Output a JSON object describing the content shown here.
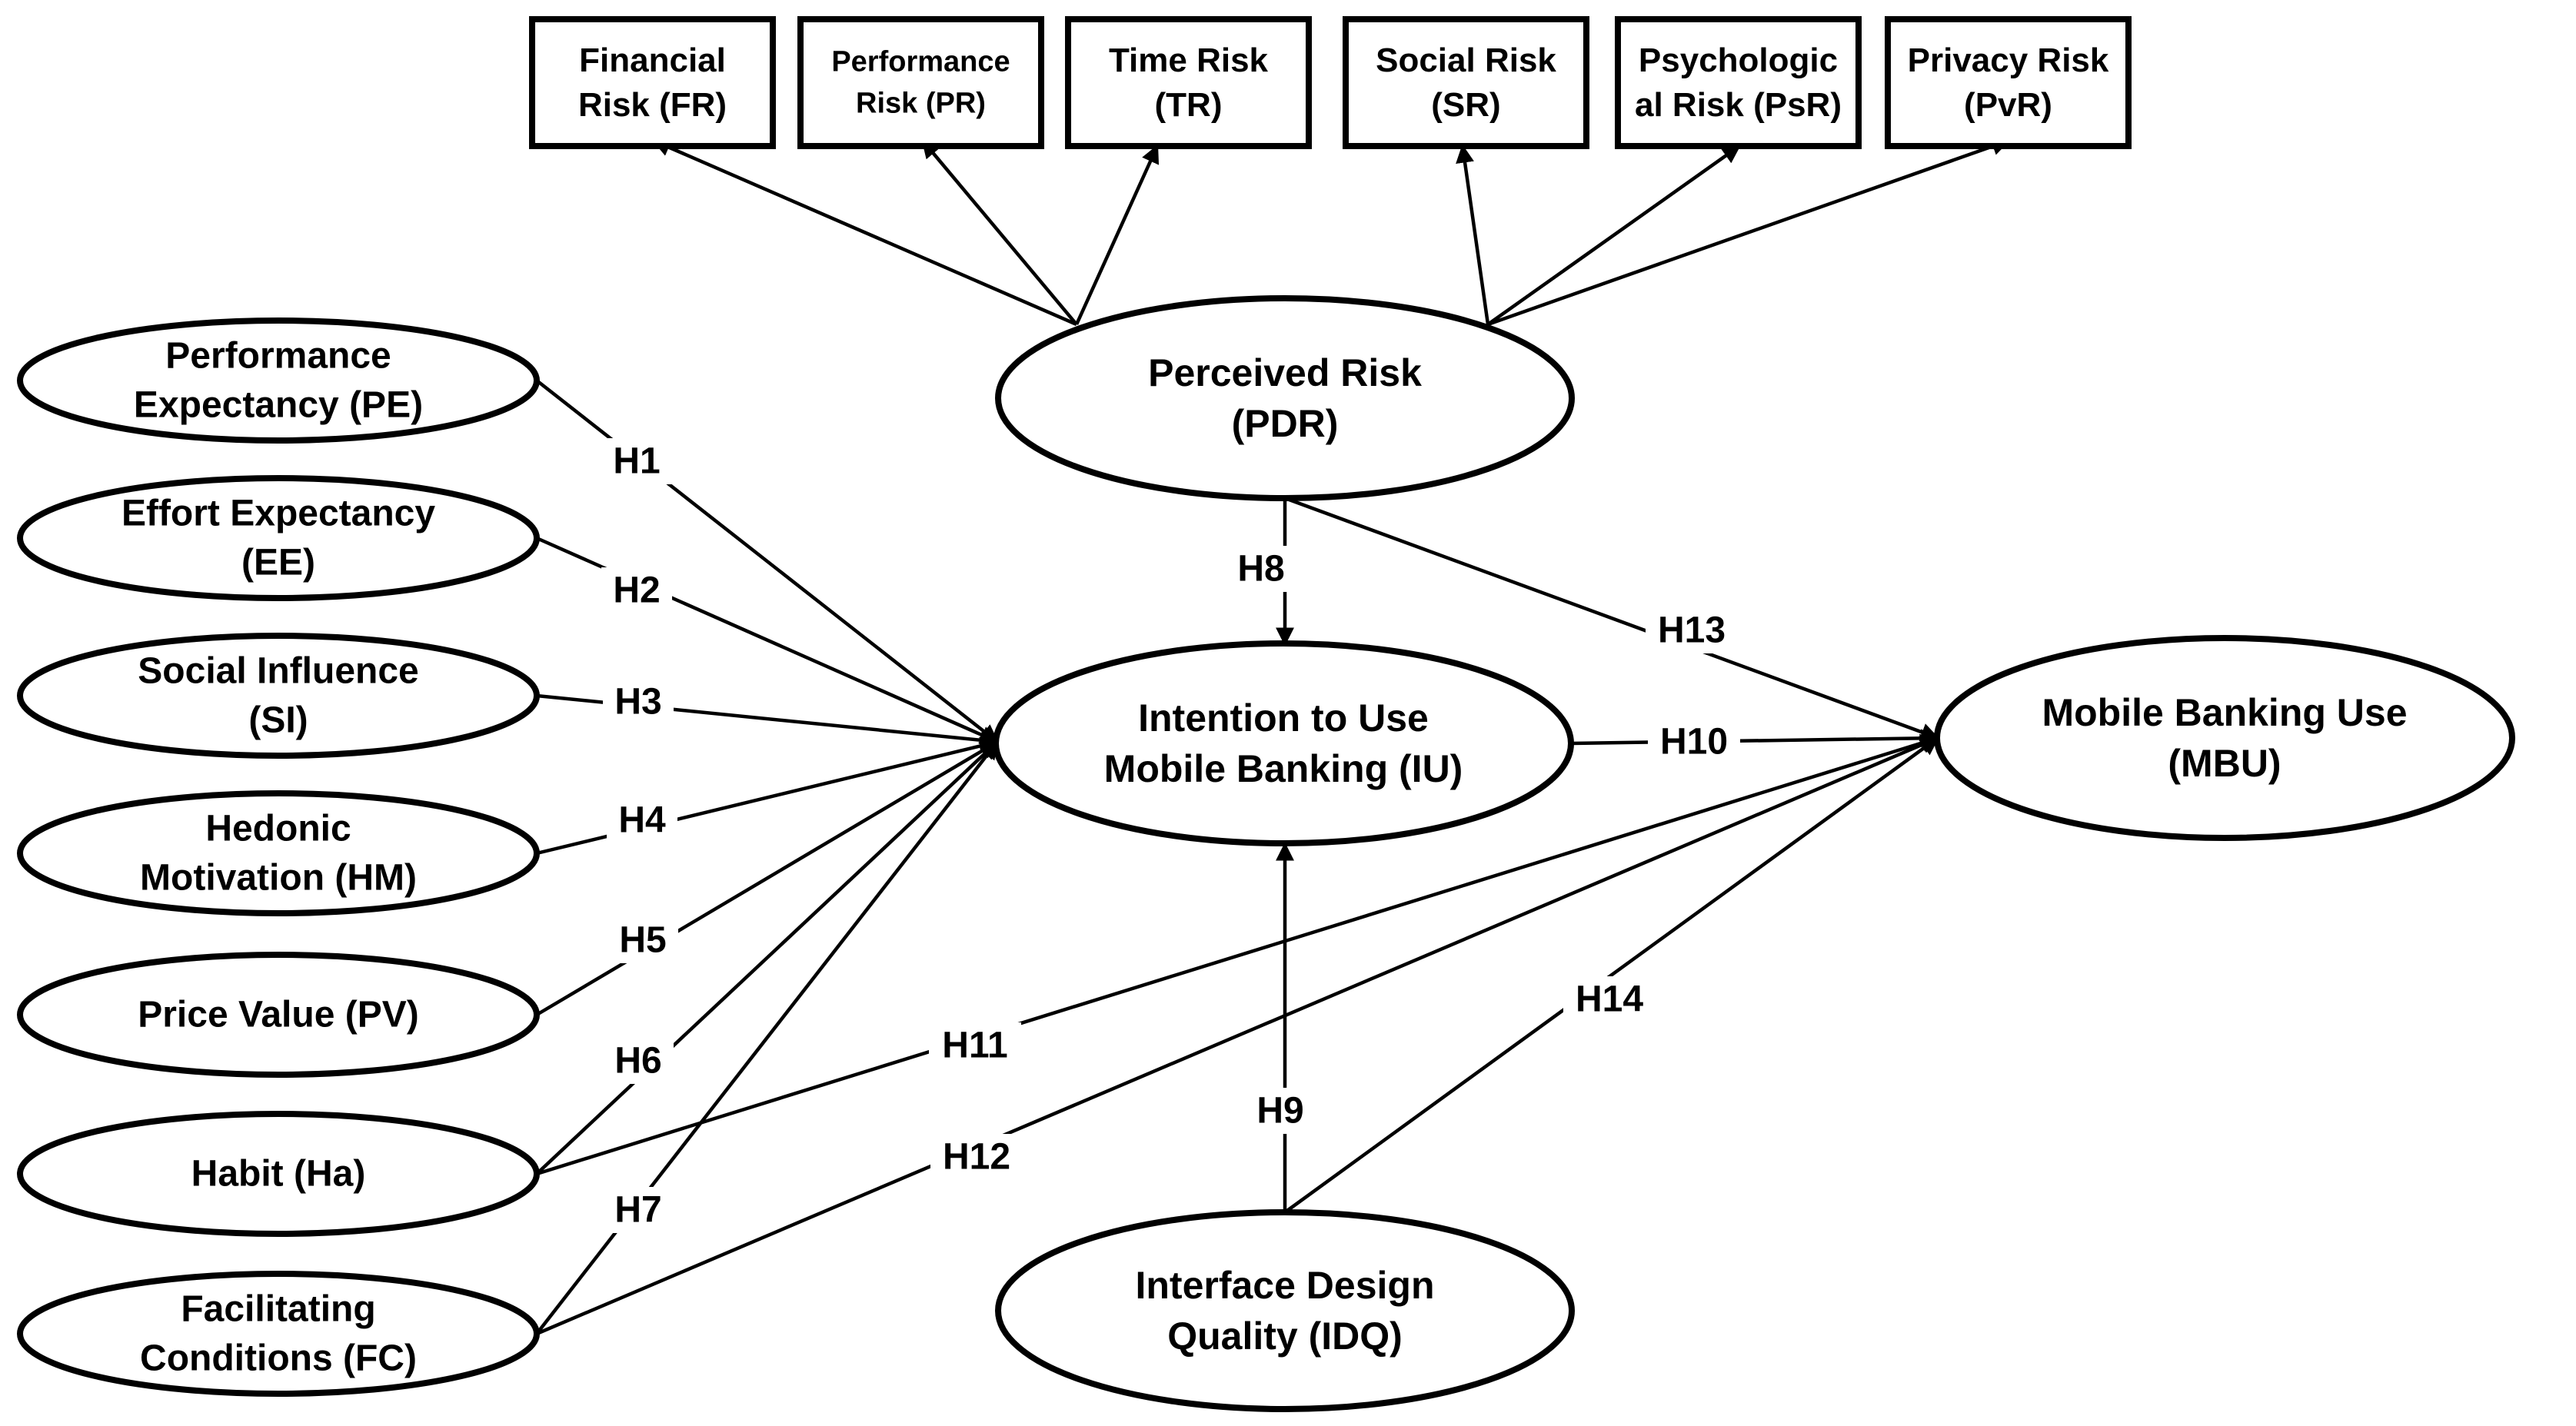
{
  "nodes": {
    "fr": {
      "lines": [
        "Financial",
        "Risk (FR)"
      ]
    },
    "pr": {
      "lines": [
        "Performance",
        "Risk (PR)"
      ]
    },
    "tr": {
      "lines": [
        "Time Risk",
        "(TR)"
      ]
    },
    "sr": {
      "lines": [
        "Social Risk",
        "(SR)"
      ]
    },
    "psr": {
      "lines": [
        "Psychologic",
        "al Risk (PsR)"
      ]
    },
    "pvr": {
      "lines": [
        "Privacy Risk",
        "(PvR)"
      ]
    },
    "pdr": {
      "lines": [
        "Perceived Risk",
        "(PDR)"
      ]
    },
    "pe": {
      "lines": [
        "Performance",
        "Expectancy (PE)"
      ]
    },
    "ee": {
      "lines": [
        "Effort Expectancy",
        "(EE)"
      ]
    },
    "si": {
      "lines": [
        "Social Influence",
        "(SI)"
      ]
    },
    "hm": {
      "lines": [
        "Hedonic",
        "Motivation (HM)"
      ]
    },
    "pv": {
      "lines": [
        "Price Value (PV)"
      ]
    },
    "ha": {
      "lines": [
        "Habit (Ha)"
      ]
    },
    "fc": {
      "lines": [
        "Facilitating",
        "Conditions (FC)"
      ]
    },
    "iu": {
      "lines": [
        "Intention to Use",
        "Mobile Banking (IU)"
      ]
    },
    "mbu": {
      "lines": [
        "Mobile Banking Use",
        "(MBU)"
      ]
    },
    "idq": {
      "lines": [
        "Interface Design",
        "Quality (IDQ)"
      ]
    }
  },
  "hypotheses": {
    "h1": "H1",
    "h2": "H2",
    "h3": "H3",
    "h4": "H4",
    "h5": "H5",
    "h6": "H6",
    "h7": "H7",
    "h8": "H8",
    "h9": "H9",
    "h10": "H10",
    "h11": "H11",
    "h12": "H12",
    "h13": "H13",
    "h14": "H14"
  }
}
